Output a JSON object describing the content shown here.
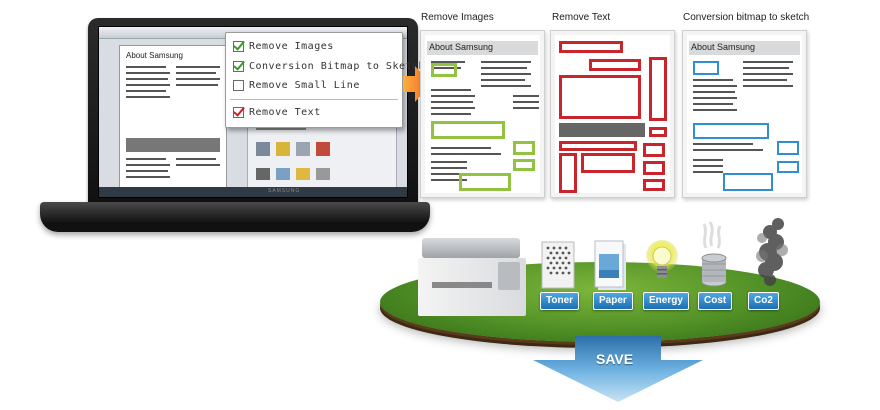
{
  "popup": {
    "items": [
      {
        "label": "Remove Images",
        "checked": true
      },
      {
        "label": "Conversion Bitmap to Sketch",
        "checked": true
      },
      {
        "label": "Remove Small Line",
        "checked": false
      },
      {
        "label": "Remove Text",
        "checked": true
      }
    ]
  },
  "screen": {
    "doc_title": "About Samsung",
    "brand": "SAMSUNG"
  },
  "examples": [
    {
      "title": "Remove Images",
      "doc_title": "About Samsung"
    },
    {
      "title": "Remove Text",
      "doc_title": ""
    },
    {
      "title": "Conversion bitmap to sketch",
      "doc_title": "About Samsung"
    }
  ],
  "savings": {
    "items": [
      "Toner",
      "Paper",
      "Energy",
      "Cost",
      "Co2"
    ],
    "save_label": "SAVE"
  },
  "colors": {
    "highlight_green": "#93c142",
    "highlight_red": "#c8262c",
    "highlight_blue": "#2f8fd0",
    "badge_blue": "#1b6fb3",
    "arrow_orange": "#f7941d"
  }
}
